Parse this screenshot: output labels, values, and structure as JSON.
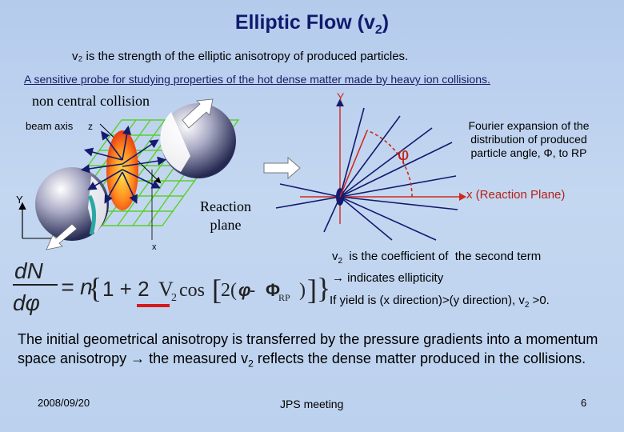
{
  "slide": {
    "title_prefix": "Elliptic Flow (v",
    "title_sub": "2",
    "title_suffix": ")",
    "subtitle": "v₂ is the strength of the elliptic anisotropy of produced particles.",
    "probe_text": "A sensitive probe for studying properties of the hot dense matter made by heavy ion collisions."
  },
  "diagram_left": {
    "heading": "non central collision",
    "beam_axis_label": "beam axis",
    "z_label": "z",
    "y_label": "Y",
    "x_label": "x",
    "reaction_plane_label": "Reaction plane"
  },
  "diagram_right": {
    "y_label": "Y",
    "phi_label": "φ",
    "x_label": "x (Reaction Plane)",
    "fourier_text": "Fourier expansion of the distribution of produced particle angle, Φ, to RP"
  },
  "formula": {
    "lhs_num": "dN",
    "lhs_den": "dφ",
    "eq": "= n",
    "one_plus": "1 + 2",
    "v2": "V",
    "v2_sub": "2",
    "cos": "cos",
    "two": "2(",
    "phi": "φ",
    "minus": " - ",
    "Phi": "Φ",
    "rp": "RP",
    "close": ")"
  },
  "notes": {
    "v2_coef_prefix": "v",
    "v2_coef_sub": "2",
    "v2_coef_line1": "  is the coefficient of  the second term",
    "v2_coef_line2": "→ indicates ellipticity",
    "yield_prefix": "If yield is (x direction)>(y direction), v",
    "yield_sub": "2",
    "yield_suffix": " >0."
  },
  "body": {
    "part1": "The initial geometrical anisotropy is transferred by the pressure gradients into a momentum space anisotropy ",
    "arrow": "→",
    "part2": " the measured v",
    "sub": "2",
    "part3": " reflects the dense matter produced in the collisions."
  },
  "footer": {
    "date": "2008/09/20",
    "meeting": "JPS meeting",
    "page": "6"
  },
  "colors": {
    "title": "#0f1a6e",
    "accent_red": "#d0281c",
    "grid_green": "#5ccf2a",
    "arrow_navy": "#141a6e"
  }
}
